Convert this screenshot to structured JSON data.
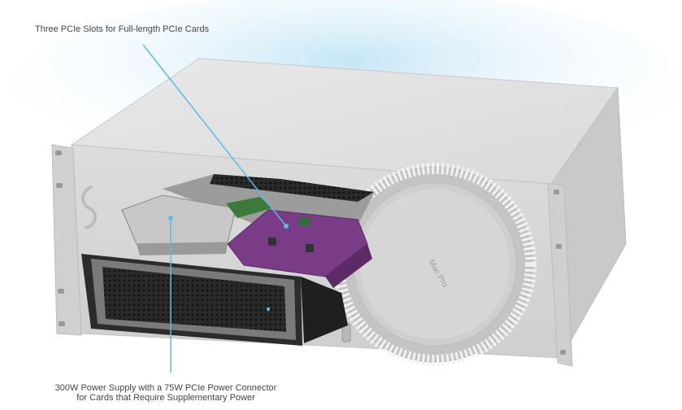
{
  "callouts": {
    "top": "Three PCIe Slots for Full-length PCIe Cards",
    "bottom_line1": "300W Power Supply with a 75W PCIe Power Connector",
    "bottom_line2": "for Cards that Require Supplementary Power"
  },
  "product": {
    "emblem_text": "Mac Pro"
  },
  "colors": {
    "chassis": "#d6d6d6",
    "chassis_dark": "#bdbdbd",
    "pcb_purple": "#7a3c86",
    "leader_line": "#5fb8e6",
    "glow": "#bfe3f5",
    "psu_frame": "#2c2c2c"
  }
}
